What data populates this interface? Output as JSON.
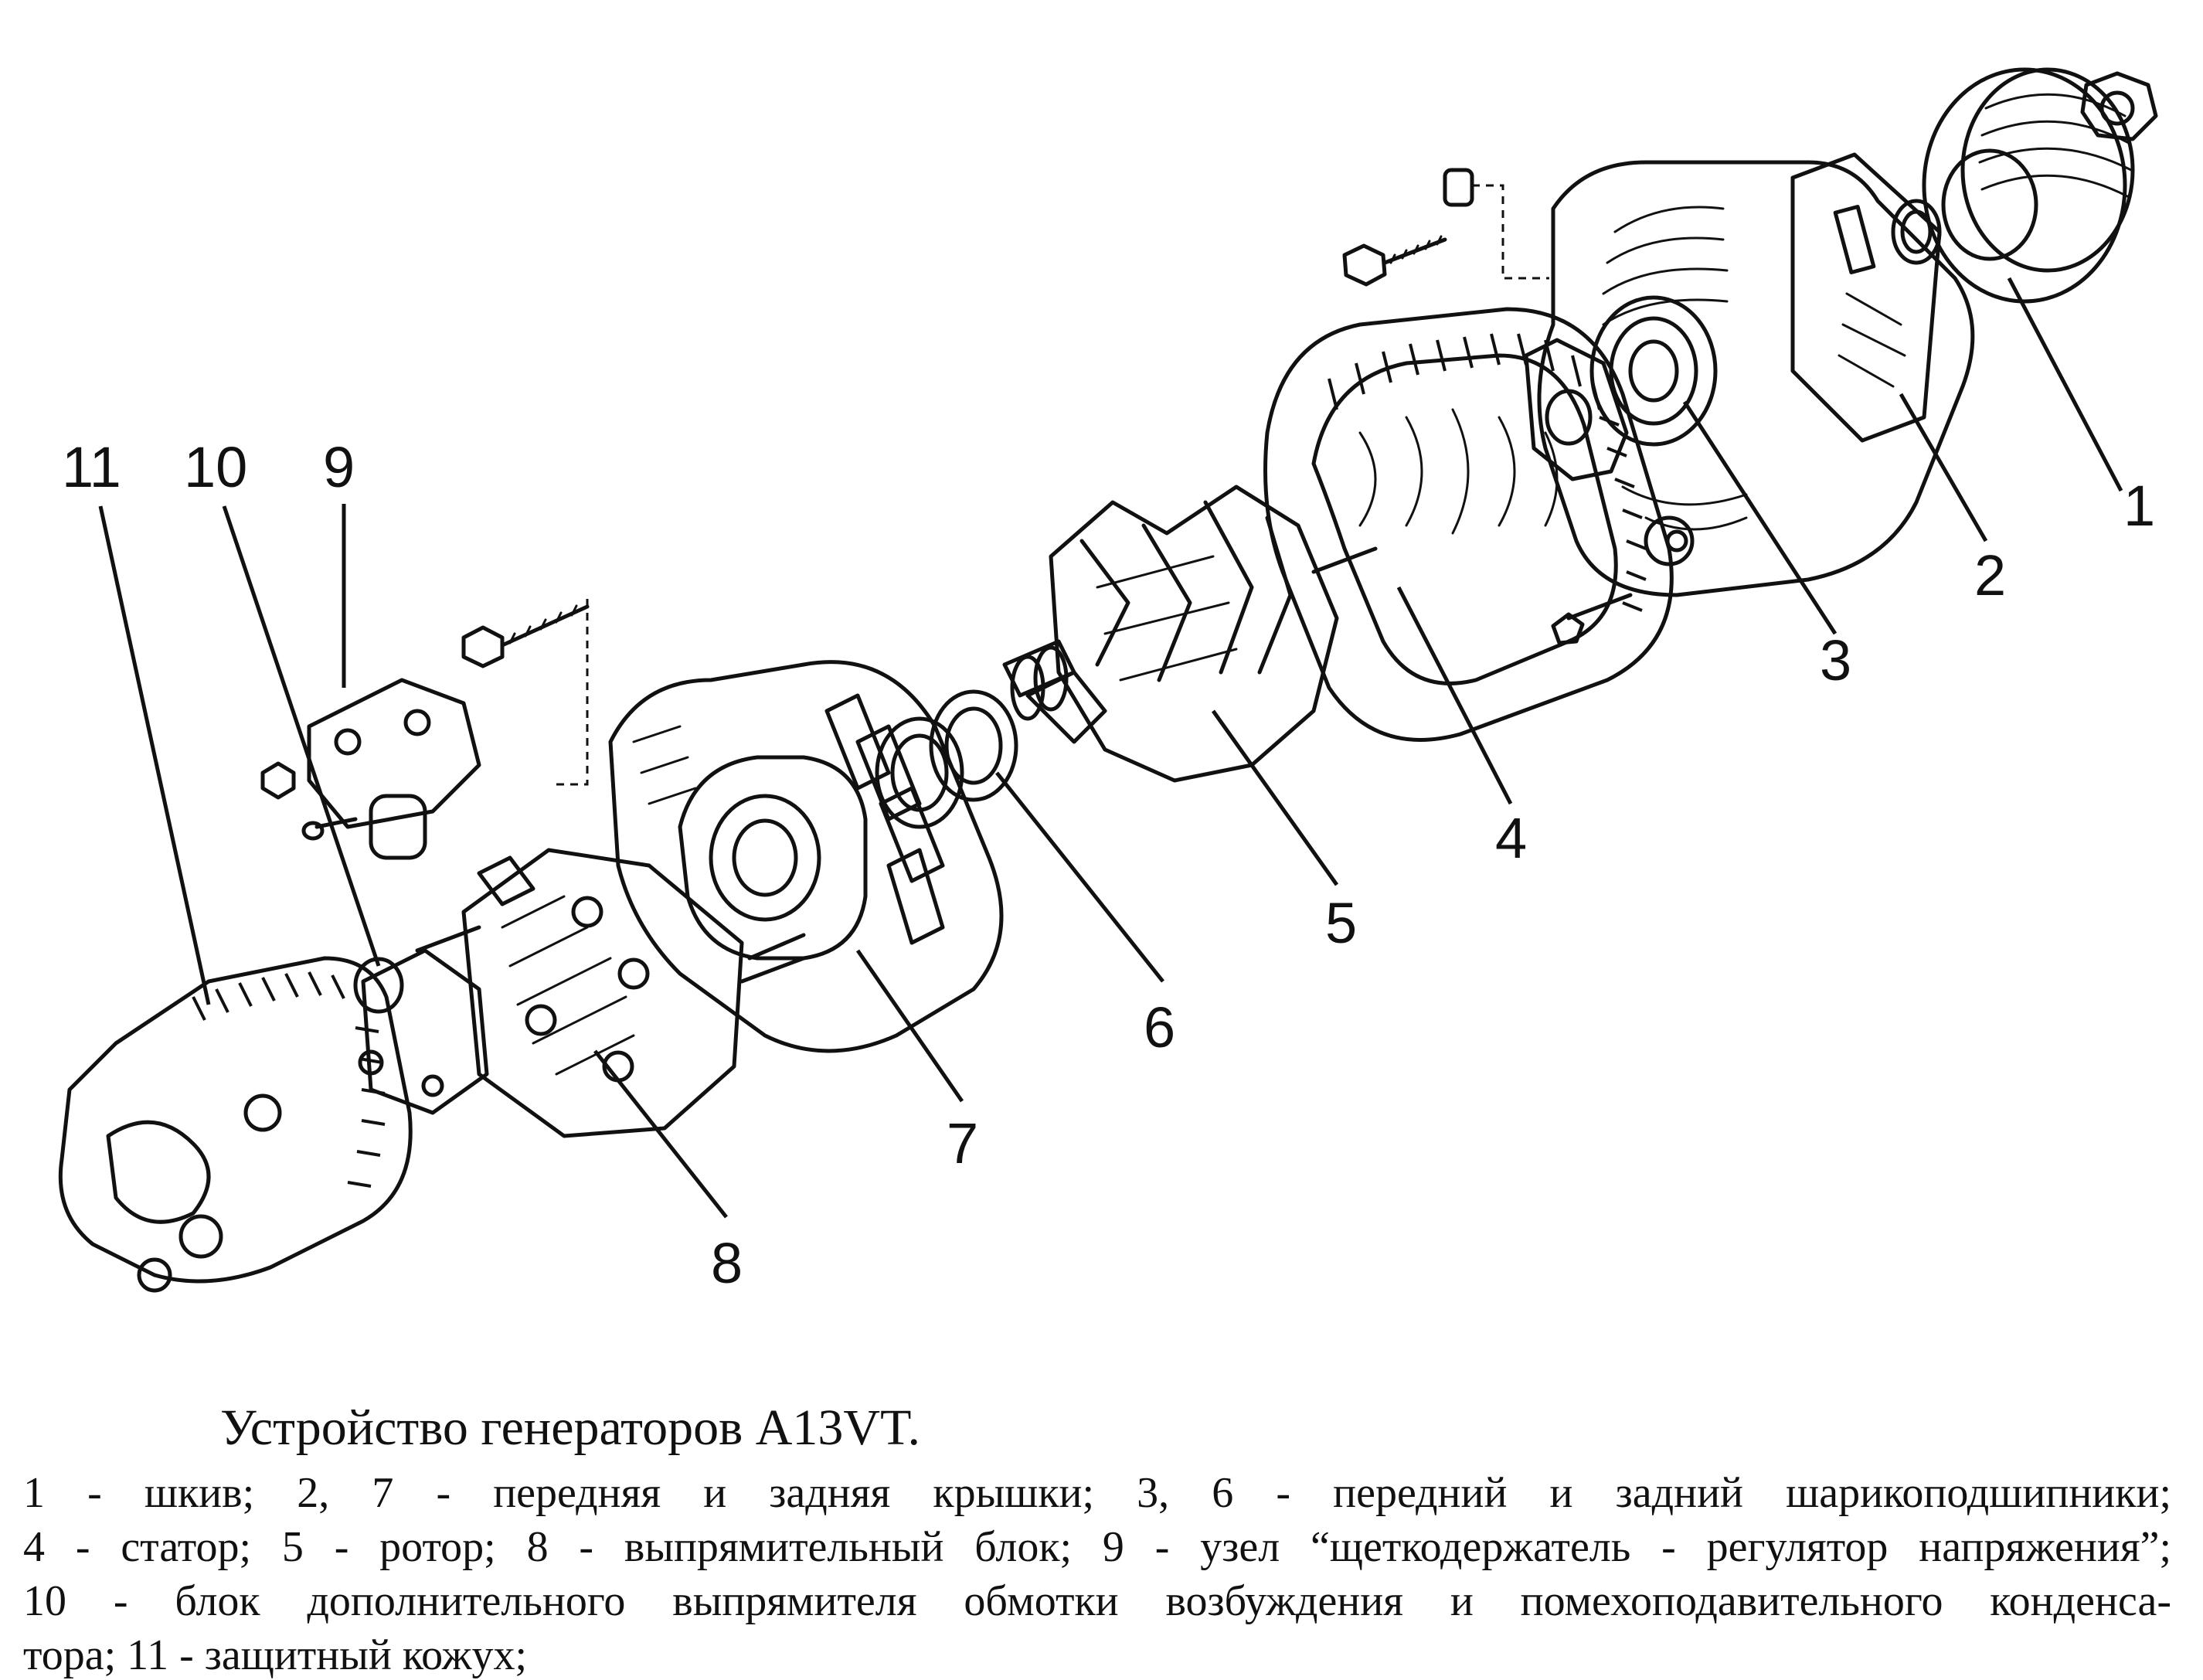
{
  "diagram": {
    "callouts": [
      {
        "id": "1",
        "label": "1"
      },
      {
        "id": "2",
        "label": "2"
      },
      {
        "id": "3",
        "label": "3"
      },
      {
        "id": "4",
        "label": "4"
      },
      {
        "id": "5",
        "label": "5"
      },
      {
        "id": "6",
        "label": "6"
      },
      {
        "id": "7",
        "label": "7"
      },
      {
        "id": "8",
        "label": "8"
      },
      {
        "id": "9",
        "label": "9"
      },
      {
        "id": "10",
        "label": "10"
      },
      {
        "id": "11",
        "label": "11"
      }
    ]
  },
  "caption": {
    "title": "Устройство генераторов А13VT.",
    "lines": [
      "1 - шкив; 2, 7 - передняя и задняя крышки; 3, 6 - передний и задний шарикоподшипники;",
      "4 - статор; 5 - ротор; 8 - выпрямительный блок; 9 - узел “щеткодержатель - регулятор напряжения”;",
      "10 - блок дополнительного выпрямителя обмотки возбуждения и помехоподавительного конденса-",
      "тора; 11 - защитный кожух;"
    ]
  }
}
